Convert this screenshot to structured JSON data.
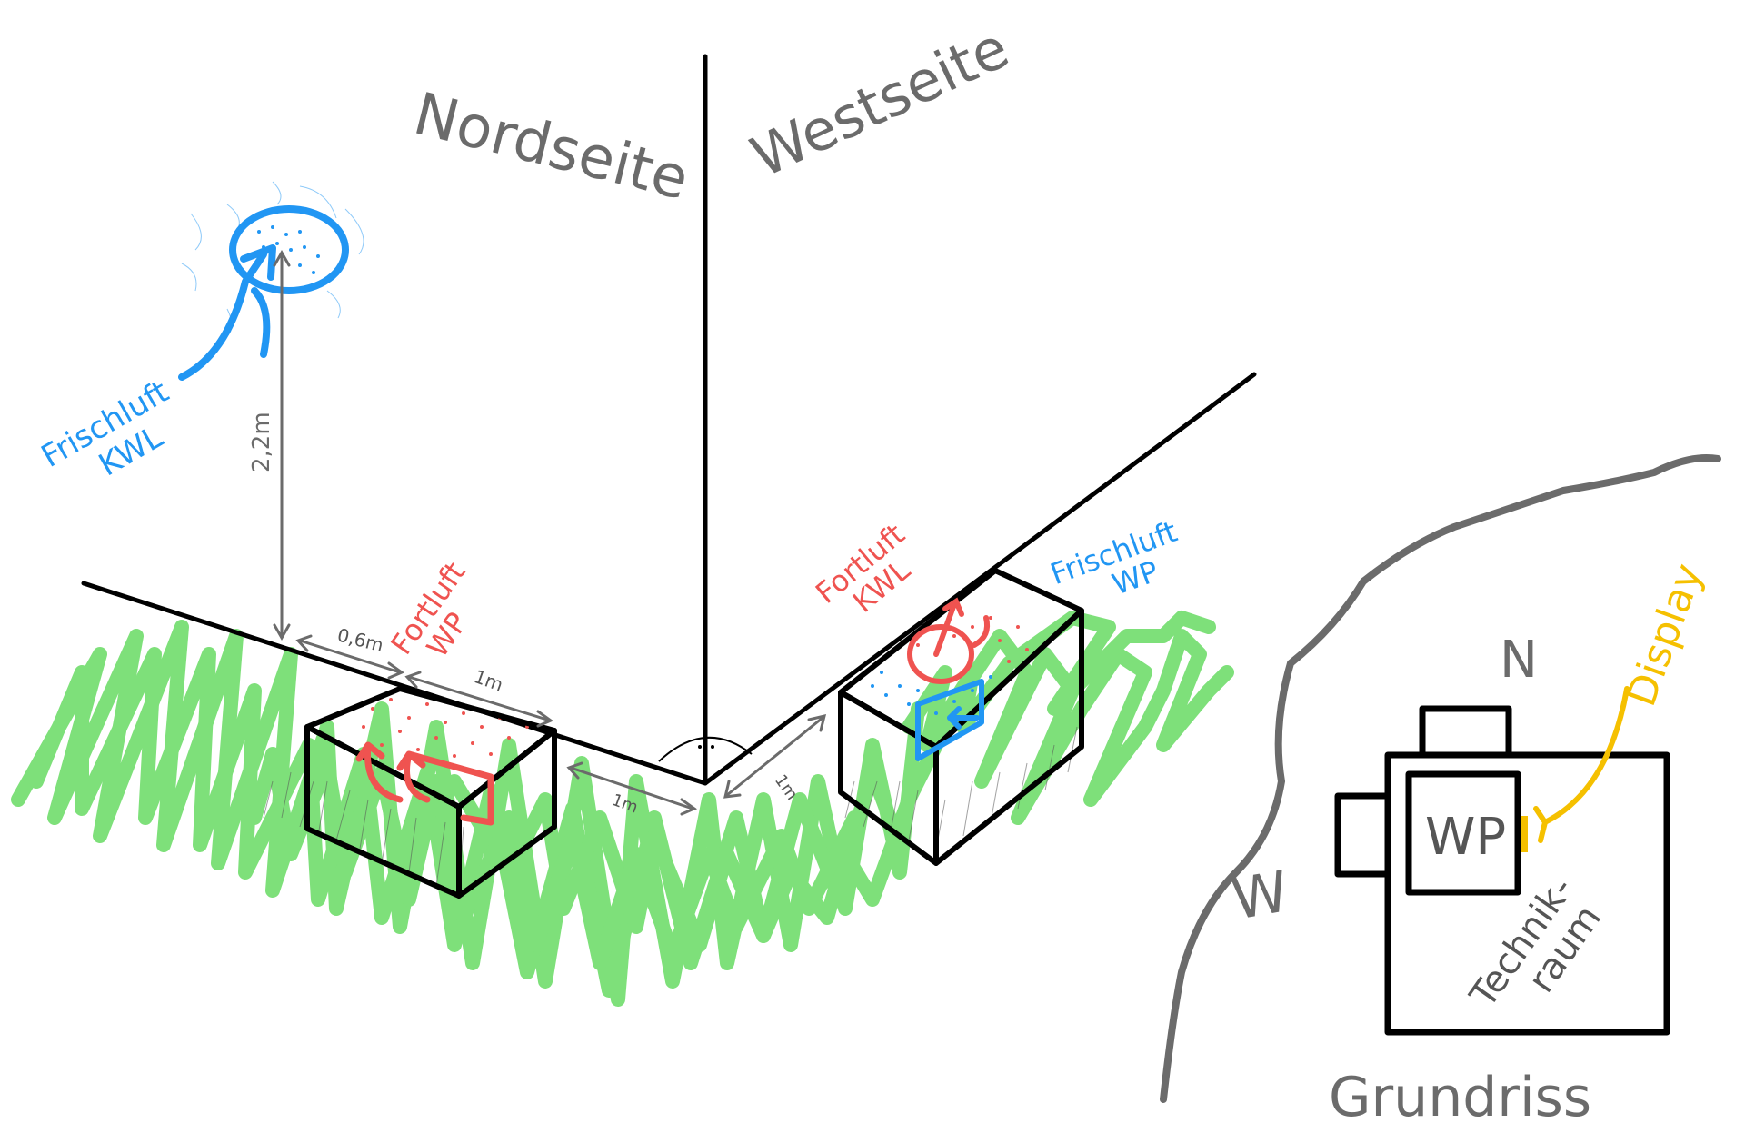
{
  "labels": {
    "north_side": "Nordseite",
    "west_side": "Westseite",
    "fresh_air_kwl": [
      "Frischluft",
      "KWL"
    ],
    "exhaust_wp": [
      "Fortluft",
      "WP"
    ],
    "exhaust_kwl": [
      "Fortluft",
      "KWL"
    ],
    "fresh_air_wp": [
      "Frischluft",
      "WP"
    ],
    "height": "2,2m",
    "dist_06": "0,6m",
    "dist_1m_a": "1m",
    "dist_1m_b": "1m",
    "dist_1m_c": "1m",
    "north": "N",
    "west": "W",
    "wp": "WP",
    "display": "Display",
    "technikraum": [
      "Technik-",
      "raum"
    ],
    "grundriss": "Grundriss"
  },
  "colors": {
    "ink": "#000000",
    "gray": "#6b6b6b",
    "grass": "#7ee07a",
    "red": "#ef5350",
    "blue": "#2196f3",
    "yellow": "#f5c000"
  }
}
